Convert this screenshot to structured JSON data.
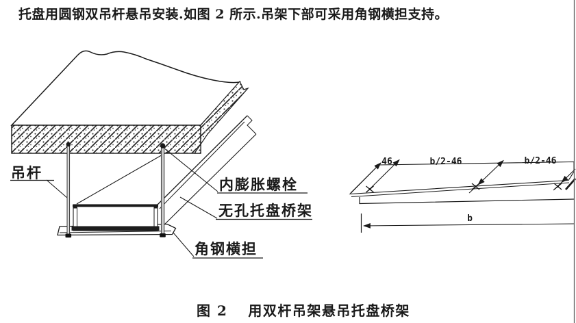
{
  "intro": {
    "text": "托盘用圆钢双吊杆悬吊安装.如图 2 所示.吊架下部可采用角钢横担支持。"
  },
  "figure": {
    "caption_label": "图 2",
    "caption_title": "用双杆吊架悬吊托盘桥架",
    "labels": {
      "hanger_rod": "吊杆",
      "expansion_bolt": "内膨胀螺栓",
      "unperforated_tray": "无孔托盘桥架",
      "angle_steel_crossarm": "角钢横担"
    },
    "dimensions": {
      "edge_offset": "46",
      "segment_left": "b/2-46",
      "segment_right": "b/2-46",
      "total_width": "b"
    }
  },
  "colors": {
    "ink": "#1a1a1a",
    "paper": "#ffffff",
    "rod_fill": "#d9d9d9",
    "page_border": "#666666"
  }
}
